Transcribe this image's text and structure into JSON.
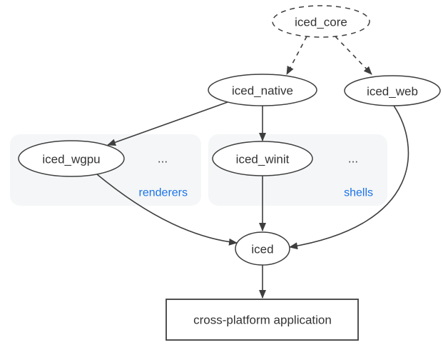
{
  "colors": {
    "background": "#ffffff",
    "node_stroke": "#3e3e3e",
    "text": "#333333",
    "group_fill": "#f4f6f7",
    "group_label_blue": "#1a73e8"
  },
  "nodes": {
    "iced_core": {
      "label": "iced_core",
      "shape": "ellipse",
      "border": "dashed"
    },
    "iced_native": {
      "label": "iced_native",
      "shape": "ellipse",
      "border": "solid"
    },
    "iced_web": {
      "label": "iced_web",
      "shape": "ellipse",
      "border": "solid"
    },
    "iced_wgpu": {
      "label": "iced_wgpu",
      "shape": "ellipse",
      "border": "solid"
    },
    "iced_winit": {
      "label": "iced_winit",
      "shape": "ellipse",
      "border": "solid"
    },
    "iced": {
      "label": "iced",
      "shape": "ellipse",
      "border": "solid"
    },
    "app": {
      "label": "cross-platform application",
      "shape": "rect",
      "border": "solid"
    }
  },
  "groups": {
    "renderers": {
      "label": "renderers",
      "ellipsis": "...",
      "members": [
        "iced_wgpu"
      ]
    },
    "shells": {
      "label": "shells",
      "ellipsis": "...",
      "members": [
        "iced_winit"
      ]
    }
  },
  "edges": [
    {
      "from": "iced_core",
      "to": "iced_native",
      "style": "dashed"
    },
    {
      "from": "iced_core",
      "to": "iced_web",
      "style": "dashed"
    },
    {
      "from": "iced_native",
      "to": "iced_wgpu",
      "style": "solid"
    },
    {
      "from": "iced_native",
      "to": "iced_winit",
      "style": "solid"
    },
    {
      "from": "iced_wgpu",
      "to": "iced",
      "style": "solid"
    },
    {
      "from": "iced_winit",
      "to": "iced",
      "style": "solid"
    },
    {
      "from": "iced_web",
      "to": "iced",
      "style": "solid"
    },
    {
      "from": "iced",
      "to": "app",
      "style": "solid"
    }
  ]
}
